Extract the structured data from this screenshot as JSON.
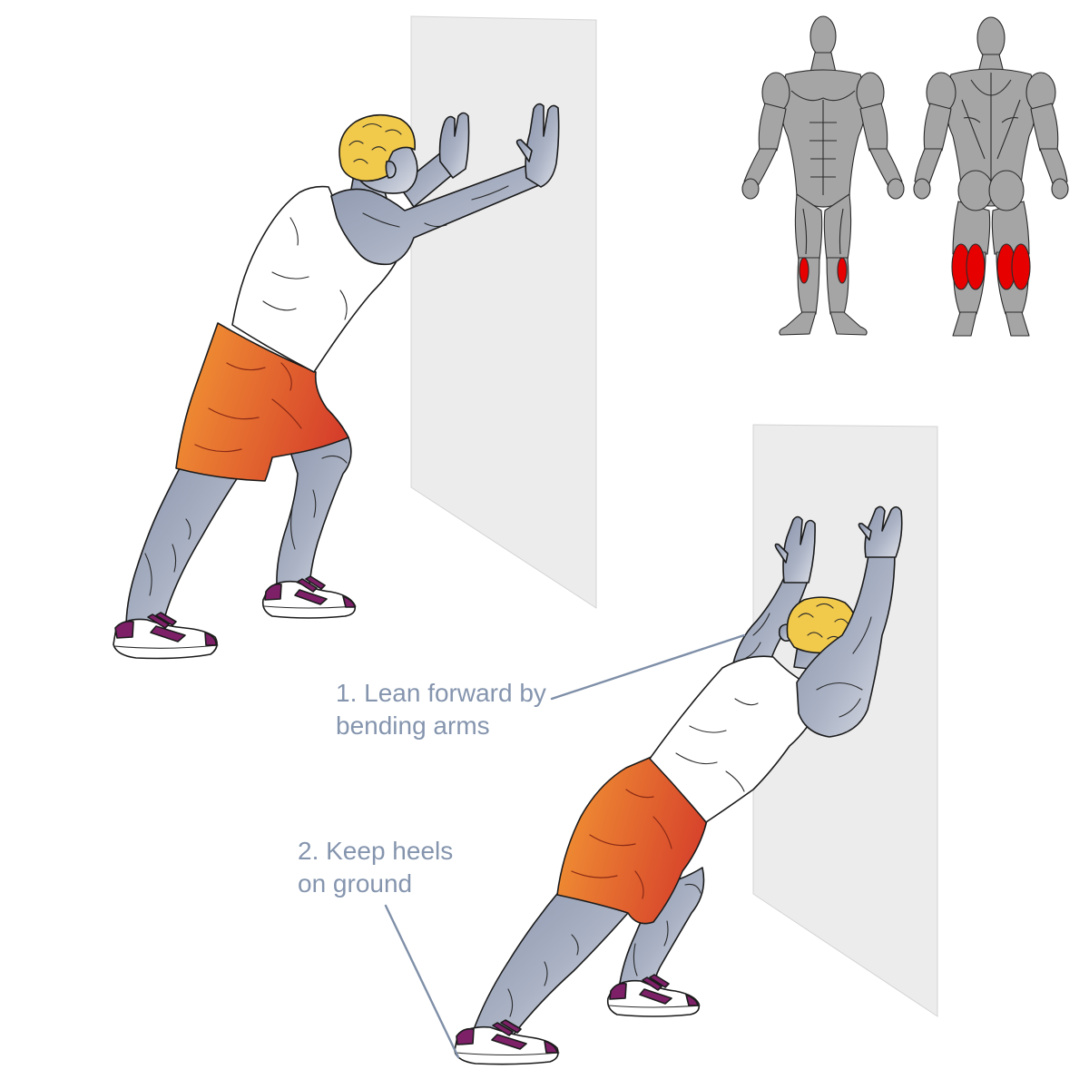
{
  "callouts": [
    {
      "lines": [
        "1. Lean forward by",
        "bending arms"
      ]
    },
    {
      "lines": [
        "2. Keep heels",
        "on ground"
      ]
    }
  ],
  "colors": {
    "label_text": "#8595ae",
    "leader_line": "#7f8fa8",
    "wall": "#ececec",
    "skin_dark": "#8a94ab",
    "skin_mid": "#aab2c4",
    "skin_light": "#dde0e8",
    "shirt": "#ffffff",
    "shorts_light": "#f29634",
    "shorts_dark": "#d6402b",
    "hair": "#f1c94b",
    "shoe": "#ffffff",
    "shoe_accent": "#7d2068",
    "muscle": "#a5a5a5",
    "muscle_highlight": "#e60000"
  }
}
